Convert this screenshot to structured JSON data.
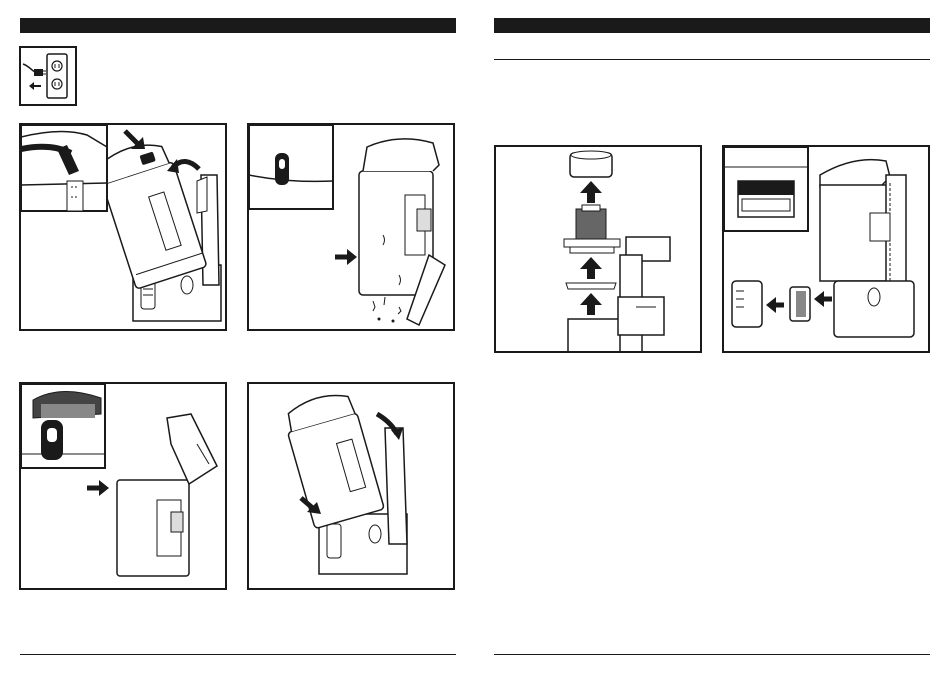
{
  "pages": {
    "left": {
      "header_bar": "",
      "footer_rule": ""
    },
    "right": {
      "header_bar": "",
      "footer_rule": ""
    }
  },
  "figures": {
    "unplug_icon": "plug-outlet-icon",
    "step_1": "release-dust-cup",
    "step_2": "empty-dust-cup",
    "step_3": "open-dust-cup-lid",
    "step_4": "reinstall-dust-cup",
    "filter_removal": "pre-motor-filter",
    "exhaust_filter": "post-motor-filter"
  },
  "colors": {
    "ink": "#1a1a1a",
    "paper": "#ffffff",
    "shade": "#cccccc"
  }
}
